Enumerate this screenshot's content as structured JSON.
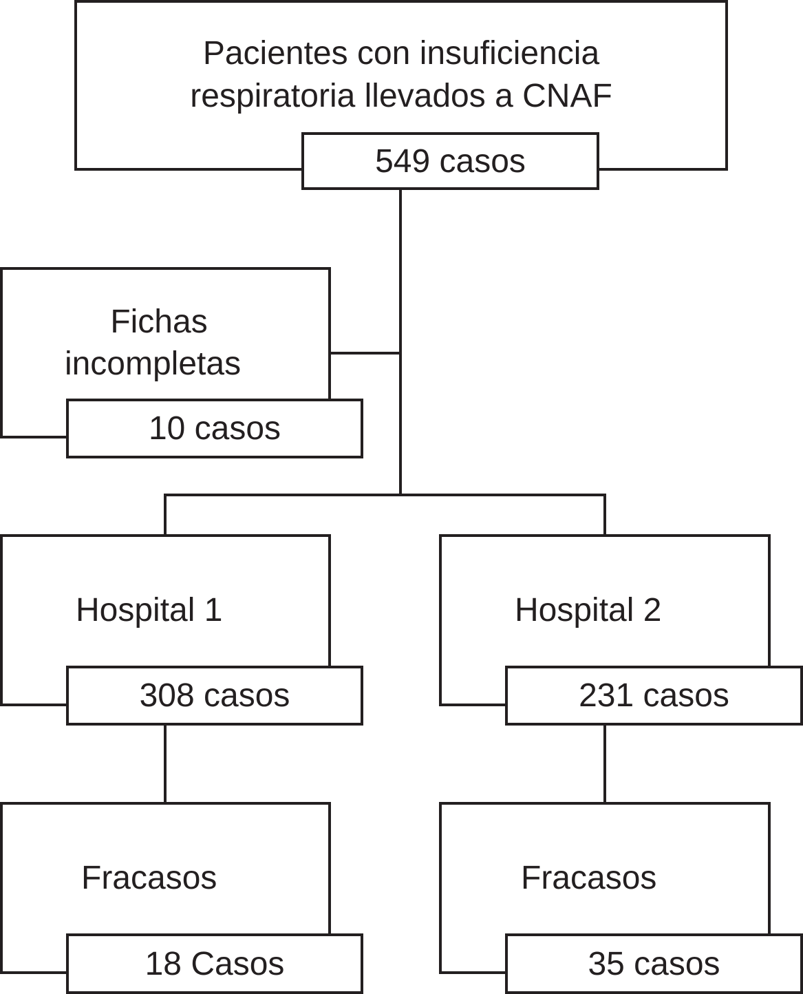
{
  "diagram": {
    "top": {
      "title_line1": "Pacientes con insuficiencia",
      "title_line2": "respiratoria llevados a CNAF",
      "count": "549 casos"
    },
    "excluded": {
      "title_line1": "Fichas",
      "title_line2": "incompletas",
      "count": "10 casos"
    },
    "hospital1": {
      "title": "Hospital 1",
      "count": "308 casos",
      "failures": {
        "title": "Fracasos",
        "count": "18 Casos"
      }
    },
    "hospital2": {
      "title": "Hospital 2",
      "count": "231 casos",
      "failures": {
        "title": "Fracasos",
        "count": "35 casos"
      }
    }
  }
}
